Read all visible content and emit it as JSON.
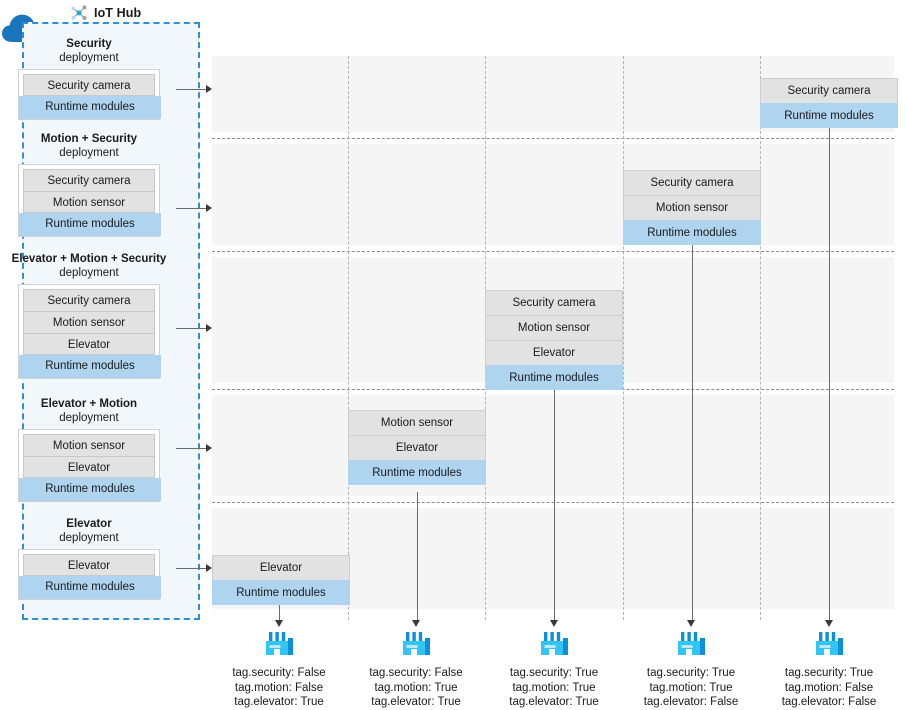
{
  "header": {
    "title": "IoT Hub",
    "icon": "iot-hub-icon",
    "cloud_icon": "cloud-icon"
  },
  "colors": {
    "accent_blue": "#2e8fd6",
    "cloud_blue": "#1a75bd",
    "runtime_blue": "#aed4f0",
    "module_gray": "#e2e2e2",
    "row_band": "#f5f5f5",
    "hub_fill": "#f2f7fb",
    "device_cyan": "#32c5f4",
    "device_blue": "#0d8fd9"
  },
  "module_labels": {
    "security_camera": "Security camera",
    "motion_sensor": "Motion sensor",
    "elevator": "Elevator",
    "runtime": "Runtime modules"
  },
  "deployments": [
    {
      "name": "Security",
      "subtitle": "deployment",
      "modules": [
        "Security camera"
      ],
      "runtime": "Runtime modules"
    },
    {
      "name": "Motion + Security",
      "subtitle": "deployment",
      "modules": [
        "Security camera",
        "Motion sensor"
      ],
      "runtime": "Runtime modules"
    },
    {
      "name": "Elevator + Motion + Security",
      "subtitle": "deployment",
      "modules": [
        "Security camera",
        "Motion sensor",
        "Elevator"
      ],
      "runtime": "Runtime modules"
    },
    {
      "name": "Elevator + Motion",
      "subtitle": "deployment",
      "modules": [
        "Motion sensor",
        "Elevator"
      ],
      "runtime": "Runtime modules"
    },
    {
      "name": "Elevator",
      "subtitle": "deployment",
      "modules": [
        "Elevator"
      ],
      "runtime": "Runtime modules"
    }
  ],
  "grid_stacks": [
    {
      "row": 0,
      "column": 4,
      "modules": [
        "Security camera"
      ],
      "runtime": "Runtime modules"
    },
    {
      "row": 1,
      "column": 3,
      "modules": [
        "Security camera",
        "Motion sensor"
      ],
      "runtime": "Runtime modules"
    },
    {
      "row": 2,
      "column": 2,
      "modules": [
        "Security camera",
        "Motion sensor",
        "Elevator"
      ],
      "runtime": "Runtime modules"
    },
    {
      "row": 3,
      "column": 1,
      "modules": [
        "Motion sensor",
        "Elevator"
      ],
      "runtime": "Runtime modules"
    },
    {
      "row": 4,
      "column": 0,
      "modules": [
        "Elevator"
      ],
      "runtime": "Runtime modules"
    }
  ],
  "devices": [
    {
      "icon": "factory-icon",
      "tags": [
        "tag.security: False",
        "tag.motion: False",
        "tag.elevator: True"
      ]
    },
    {
      "icon": "factory-icon",
      "tags": [
        "tag.security: False",
        "tag.motion: True",
        "tag.elevator: True"
      ]
    },
    {
      "icon": "factory-icon",
      "tags": [
        "tag.security: True",
        "tag.motion: True",
        "tag.elevator: True"
      ]
    },
    {
      "icon": "factory-icon",
      "tags": [
        "tag.security: True",
        "tag.motion: True",
        "tag.elevator: False"
      ]
    },
    {
      "icon": "factory-icon",
      "tags": [
        "tag.security: True",
        "tag.motion: False",
        "tag.elevator: False"
      ]
    }
  ]
}
